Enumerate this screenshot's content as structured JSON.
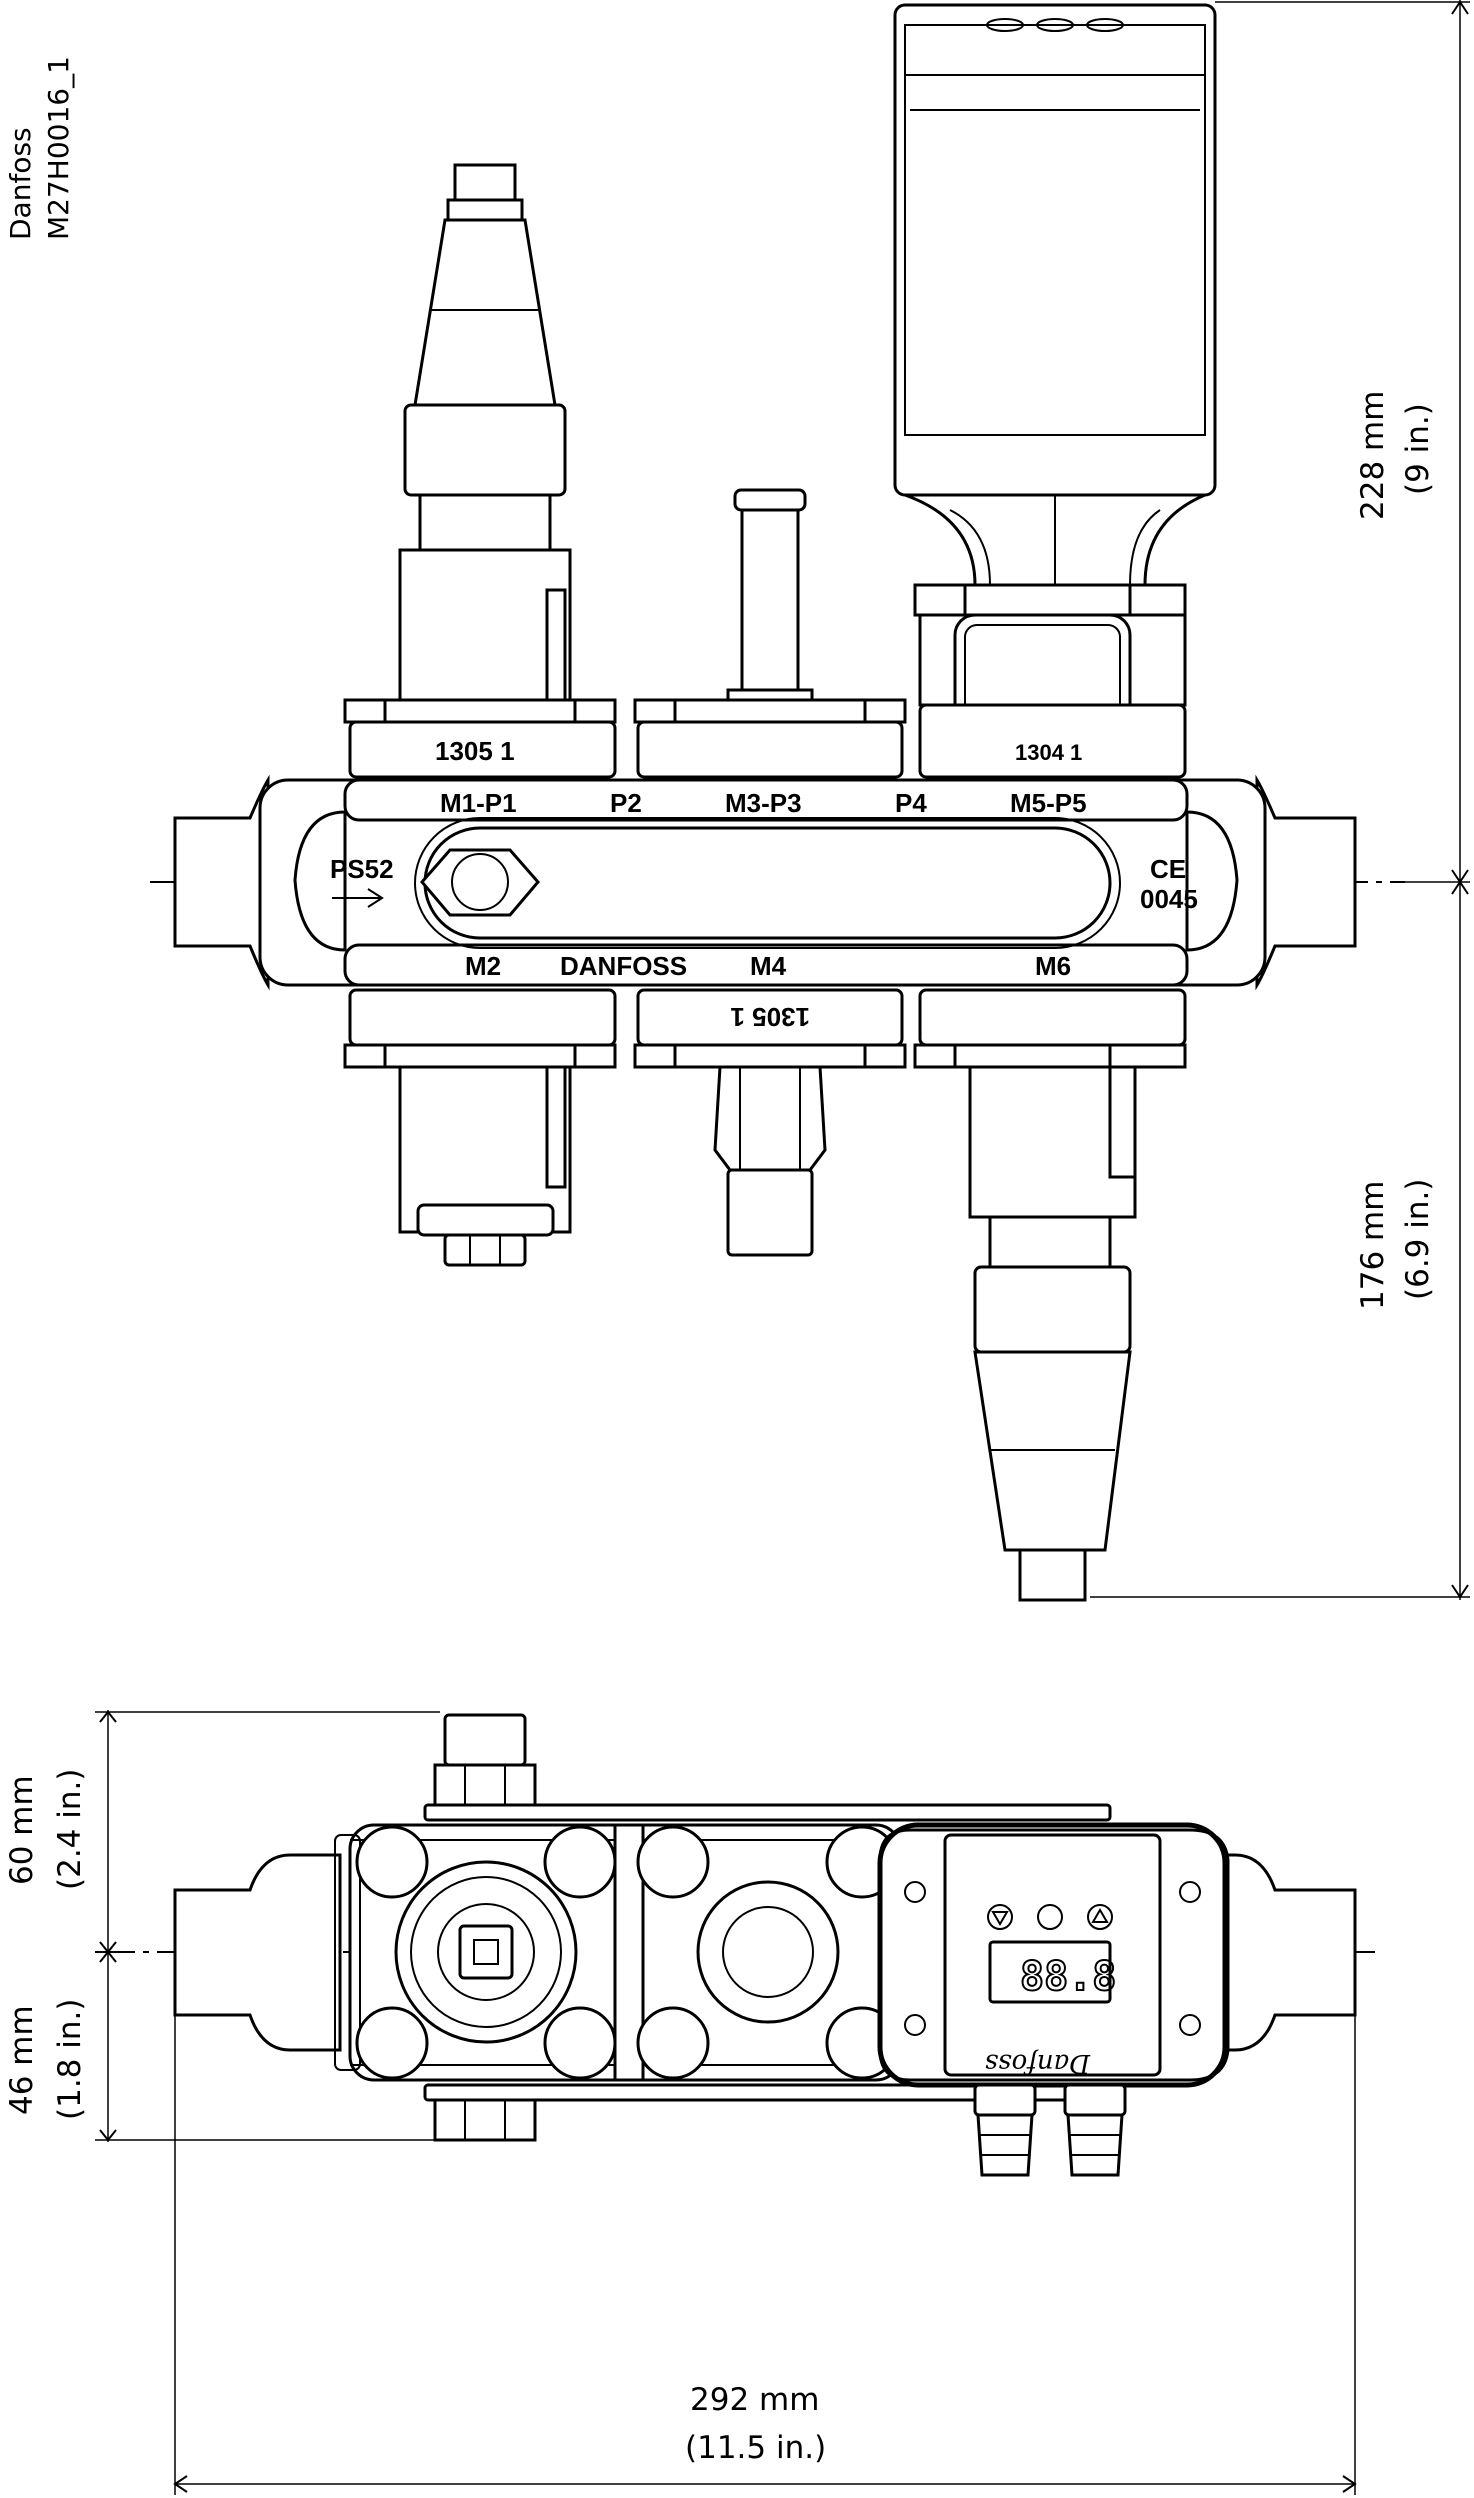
{
  "meta": {
    "brand": "Danfoss",
    "drawing_id": "M27H0016_1"
  },
  "front_view": {
    "port_labels": {
      "m1_p1": "M1-P1",
      "p2": "P2",
      "m3_p3": "M3-P3",
      "p4": "P4",
      "m5_p5": "M5-P5",
      "m2": "M2",
      "danfoss": "DANFOSS",
      "m4": "M4",
      "m6": "M6",
      "ps52": "PS52",
      "ce": "CE",
      "ce_number": "0045"
    },
    "code_top_left": "1305  1",
    "code_top_right": "1304  1",
    "code_bottom": "1305  1"
  },
  "dimensions": {
    "height_top": {
      "mm": "228 mm",
      "in": "(9 in.)"
    },
    "height_bottom": {
      "mm": "176 mm",
      "in": "(6.9 in.)"
    },
    "depth_top": {
      "mm": "60 mm",
      "in": "(2.4 in.)"
    },
    "depth_bottom": {
      "mm": "46 mm",
      "in": "(1.8 in.)"
    },
    "width": {
      "mm": "292 mm",
      "in": "(11.5 in.)"
    }
  },
  "display": {
    "digits": "88.8",
    "brand_script": "Danfoss"
  }
}
